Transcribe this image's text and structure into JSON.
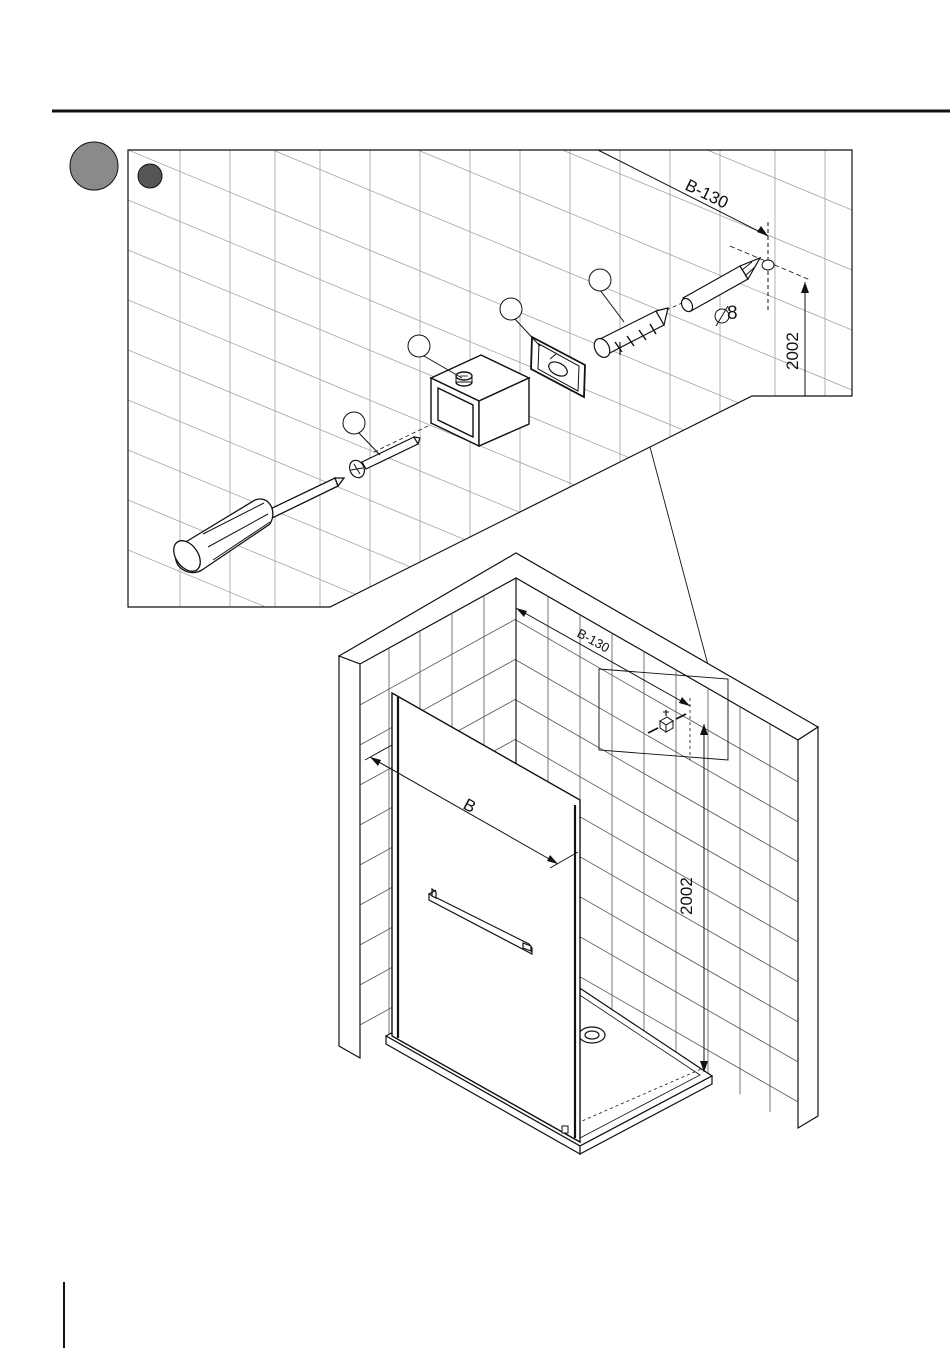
{
  "page": {
    "step_marker": "",
    "sub_marker": ""
  },
  "detail": {
    "dimension_width": "B-130",
    "dimension_height": "2002",
    "drill_size": "8",
    "part_callouts": [
      "",
      "",
      "",
      ""
    ]
  },
  "overview": {
    "dimension_width_offset": "B-130",
    "dimension_panel_width": "B",
    "dimension_height": "2002"
  },
  "colors": {
    "line": "#111111",
    "tile_grid": "#9a9a9a",
    "step_marker_fill": "#8a8a8a",
    "sub_marker_fill": "#555555"
  }
}
